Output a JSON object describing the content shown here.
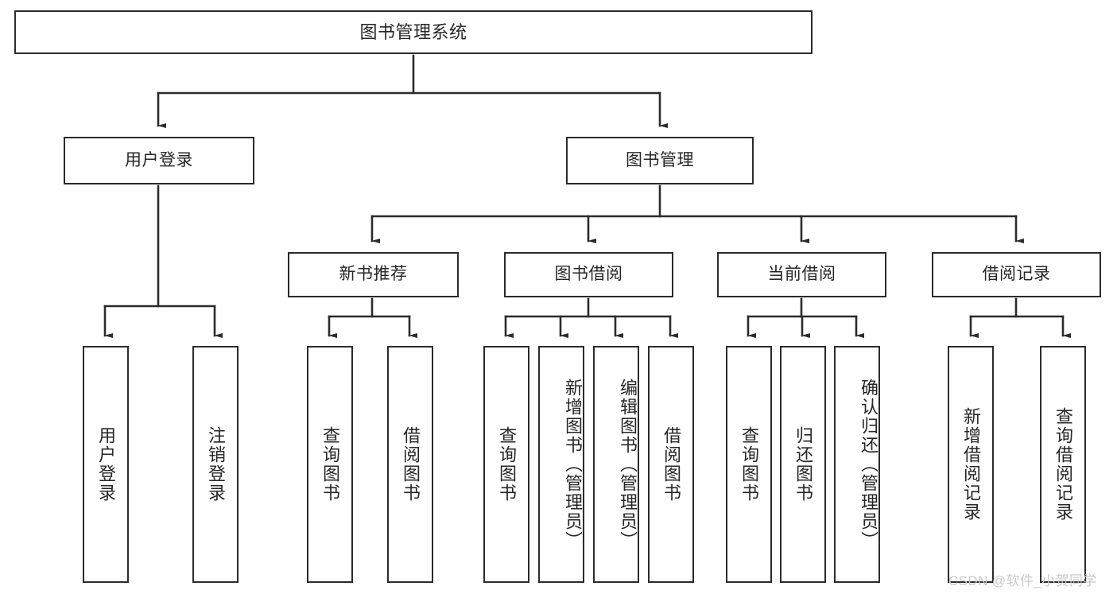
{
  "diagram": {
    "title": "图书管理系统",
    "type": "hierarchy-tree",
    "colors": {
      "stroke": "#2b2b2b",
      "fill": "#ffffff",
      "text": "#262626",
      "watermark": "#c9c9c9"
    },
    "levels": [
      {
        "level": 0,
        "nodes": [
          {
            "id": "root",
            "label": "图书管理系统",
            "orientation": "horizontal"
          }
        ]
      },
      {
        "level": 1,
        "nodes": [
          {
            "id": "login",
            "label": "用户登录",
            "orientation": "horizontal"
          },
          {
            "id": "bookmgmt",
            "label": "图书管理",
            "orientation": "horizontal"
          }
        ]
      },
      {
        "level": 2,
        "nodes": [
          {
            "id": "newbook",
            "label": "新书推荐",
            "orientation": "horizontal"
          },
          {
            "id": "borrow",
            "label": "图书借阅",
            "orientation": "horizontal"
          },
          {
            "id": "current",
            "label": "当前借阅",
            "orientation": "horizontal"
          },
          {
            "id": "records",
            "label": "借阅记录",
            "orientation": "horizontal"
          }
        ]
      },
      {
        "level": 3,
        "nodes": [
          {
            "id": "leaf-user-login",
            "label": "用户登录",
            "orientation": "vertical",
            "parent": "login"
          },
          {
            "id": "leaf-user-logout",
            "label": "注销登录",
            "orientation": "vertical",
            "parent": "login"
          },
          {
            "id": "leaf-query-book-1",
            "label": "查询图书",
            "orientation": "vertical",
            "parent": "newbook"
          },
          {
            "id": "leaf-borrow-book-1",
            "label": "借阅图书",
            "orientation": "vertical",
            "parent": "newbook"
          },
          {
            "id": "leaf-query-book-2",
            "label": "查询图书",
            "orientation": "vertical",
            "parent": "borrow"
          },
          {
            "id": "leaf-add-book",
            "label": "新增图书（管理员）",
            "orientation": "vertical",
            "parent": "borrow"
          },
          {
            "id": "leaf-edit-book",
            "label": "编辑图书（管理员）",
            "orientation": "vertical",
            "parent": "borrow"
          },
          {
            "id": "leaf-borrow-book-2",
            "label": "借阅图书",
            "orientation": "vertical",
            "parent": "borrow"
          },
          {
            "id": "leaf-query-book-3",
            "label": "查询图书",
            "orientation": "vertical",
            "parent": "current"
          },
          {
            "id": "leaf-return-book",
            "label": "归还图书",
            "orientation": "vertical",
            "parent": "current"
          },
          {
            "id": "leaf-confirm-return",
            "label": "确认归还（管理员）",
            "orientation": "vertical",
            "parent": "current"
          },
          {
            "id": "leaf-add-record",
            "label": "新增借阅记录",
            "orientation": "vertical",
            "parent": "records"
          },
          {
            "id": "leaf-query-record",
            "label": "查询借阅记录",
            "orientation": "vertical",
            "parent": "records"
          }
        ]
      }
    ]
  },
  "watermark": {
    "text": "CSDN @软件_小贺同学"
  }
}
